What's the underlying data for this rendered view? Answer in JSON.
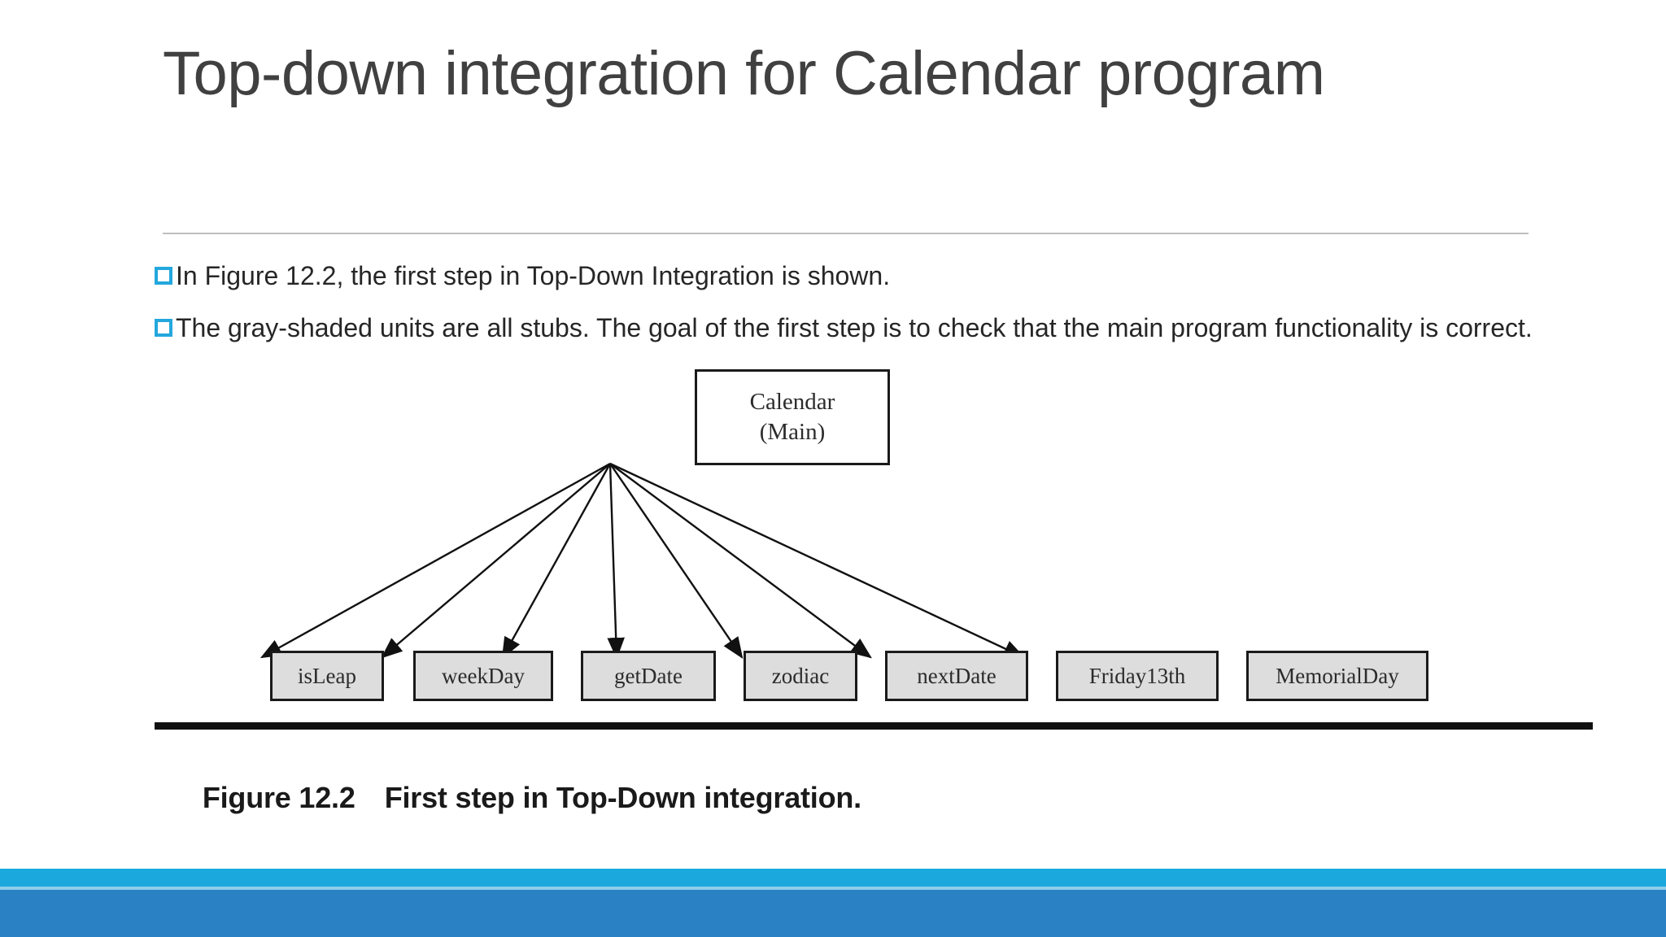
{
  "slide": {
    "title": "Top-down integration for Calendar program",
    "bullets": [
      {
        "marker": "hollow-square-bullet",
        "text": "In Figure 12.2, the first step in Top-Down Integration is shown."
      },
      {
        "marker": "hollow-square-bullet",
        "text": "The gray-shaded units are all stubs. The goal of the first step is to check that the main program functionality is correct."
      }
    ]
  },
  "figure": {
    "caption_number": "Figure 12.2",
    "caption_text": "First step in Top-Down integration.",
    "root": {
      "line1": "Calendar",
      "line2": "(Main)"
    },
    "leaves": [
      {
        "label": "isLeap"
      },
      {
        "label": "weekDay"
      },
      {
        "label": "getDate"
      },
      {
        "label": "zodiac"
      },
      {
        "label": "nextDate"
      },
      {
        "label": "Friday13th"
      },
      {
        "label": "MemorialDay"
      }
    ]
  },
  "colors": {
    "title_text": "#404040",
    "body_text": "#262626",
    "bullet_accent": "#23a7dd",
    "band_cyan": "#1aa8dd",
    "band_blue": "#2a82c4",
    "stub_fill": "#dddddd",
    "node_border": "#1a1a1a",
    "title_rule": "#bfbfbf"
  }
}
